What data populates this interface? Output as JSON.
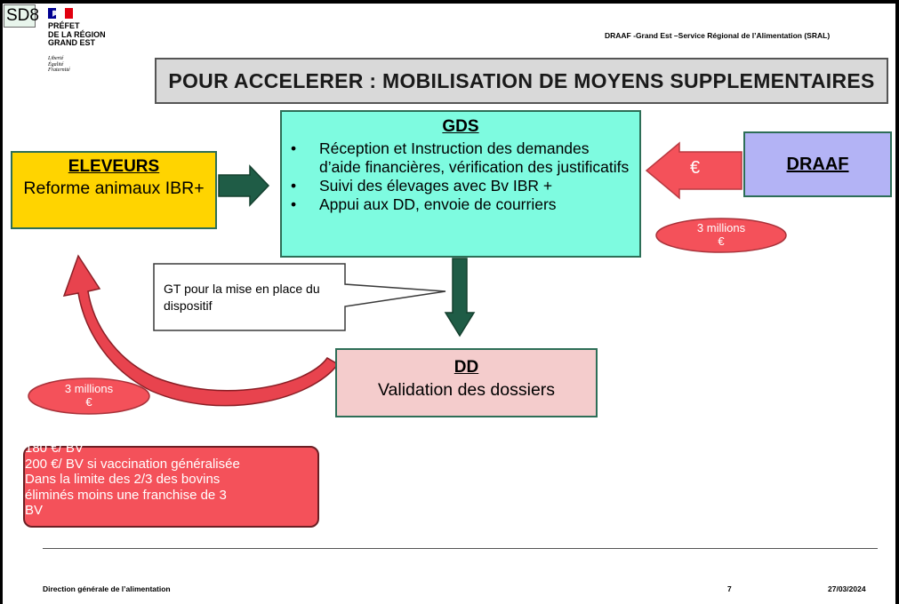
{
  "slide_tag": "SD8",
  "logo": {
    "title_lines": [
      "PRÉFET",
      "DE LA RÉGION",
      "GRAND EST"
    ],
    "motto_lines": [
      "Liberté",
      "Égalité",
      "Fraternité"
    ]
  },
  "header_right": "DRAAF -Grand Est –Service Régional de l’Alimentation (SRAL)",
  "title": "POUR ACCELERER : MOBILISATION DE MOYENS SUPPLEMENTAIRES",
  "gds": {
    "title": "GDS",
    "items": [
      "Réception et Instruction des demandes d’aide financières, vérification des justificatifs",
      "Suivi des élevages avec Bv IBR +",
      "Appui aux DD, envoie de courriers"
    ]
  },
  "eleveurs": {
    "title": "ELEVEURS",
    "text": "Reforme animaux IBR+"
  },
  "draaf": {
    "title": "DRAAF",
    "arrow_label": "€",
    "amount_line1": "3 millions",
    "amount_line2": "€"
  },
  "dd": {
    "title": "DD",
    "text": "Validation des dossiers",
    "amount_line1": "3 millions",
    "amount_line2": "€"
  },
  "callout": {
    "text": "GT pour la mise en place du dispositif"
  },
  "aid": {
    "lines": [
      "180 €/ BV",
      "200 €/ BV si vaccination généralisée",
      "Dans la limite des 2/3 des bovins",
      "éliminés moins une franchise de 3",
      "BV"
    ]
  },
  "footer": {
    "left": "Direction générale de l’alimentation",
    "page": "7",
    "date": "27/03/2024"
  },
  "colors": {
    "gds_fill": "#7efbe0",
    "eleveurs_fill": "#ffd400",
    "draaf_fill": "#b3b3f5",
    "dd_fill": "#f4cccc",
    "ellipse_fill": "#f4515a",
    "arrow_green": "#1f5c46"
  }
}
